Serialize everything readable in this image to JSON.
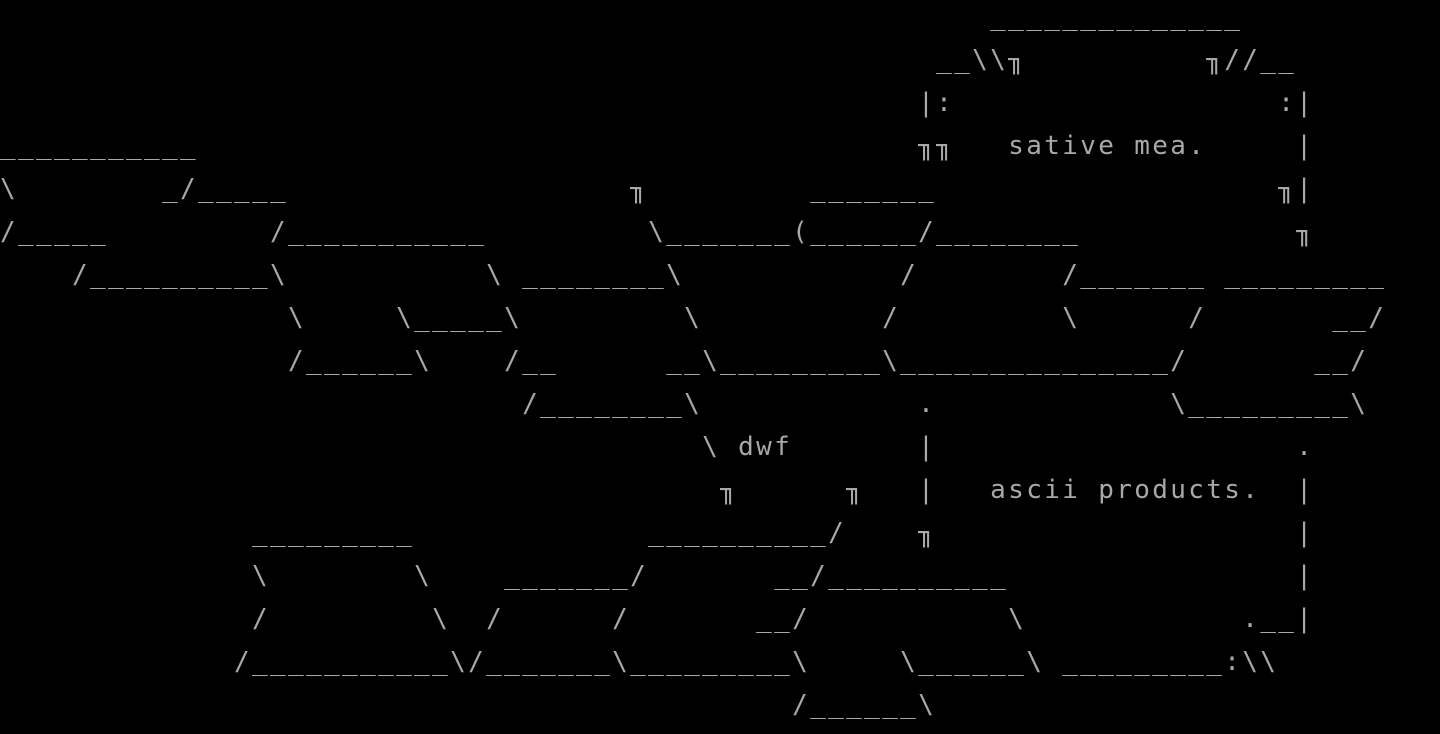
{
  "screen": {
    "foreground_color": "#a8a8a8",
    "background_color": "#000000",
    "art_lines": [
      "                                                       ______________",
      "                                                    __\\\\╖          ╖//__",
      "                                                   |:                  :|",
      "___________                                        ╖╖   sative mea.     |",
      "\\        _/_____                   ╖         _______                   ╖|",
      "/_____         /___________         \\_______(______/________            ╖",
      "    /__________\\           \\ ________\\            /        /_______ _________",
      "                \\     \\_____\\         \\          /         \\      /       __/",
      "                /______\\    /__      __\\_________\\_______________/       __/",
      "                             /________\\            .             \\_________\\",
      "                                       \\ dwf       |                    .",
      "                                        ╖      ╖   |   ascii products.  |",
      "              _________             __________/    ╖                    |",
      "              \\        \\    _______/       __/__________                |",
      "              /         \\  /      /       __/           \\            .__|",
      "             /___________\\/_______\\_________\\     \\______\\ _________:\\\\",
      "                                            /______\\"
    ]
  }
}
